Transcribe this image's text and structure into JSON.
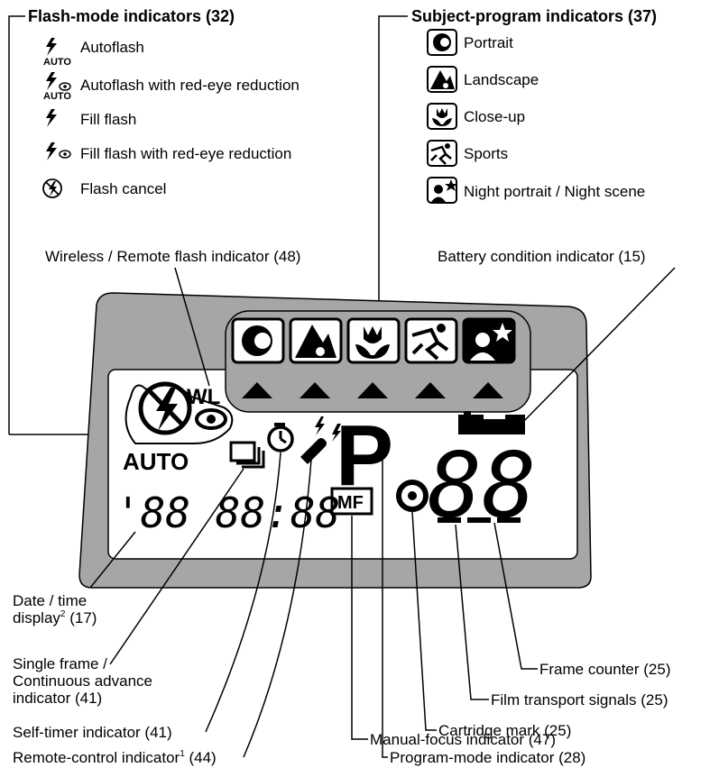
{
  "flash_modes": {
    "header": "Flash-mode indicators (32)",
    "items": [
      {
        "icon": "autoflash-icon",
        "label": "Autoflash"
      },
      {
        "icon": "autoflash-red-eye-icon",
        "label": "Autoflash with red-eye reduction"
      },
      {
        "icon": "fill-flash-icon",
        "label": "Fill flash"
      },
      {
        "icon": "fill-flash-red-eye-icon",
        "label": "Fill flash with red-eye reduction"
      },
      {
        "icon": "flash-cancel-icon",
        "label": "Flash cancel"
      }
    ]
  },
  "subject_programs": {
    "header": "Subject-program indicators (37)",
    "items": [
      {
        "icon": "portrait-icon",
        "label": "Portrait"
      },
      {
        "icon": "landscape-icon",
        "label": "Landscape"
      },
      {
        "icon": "close-up-icon",
        "label": "Close-up"
      },
      {
        "icon": "sports-icon",
        "label": "Sports"
      },
      {
        "icon": "night-portrait-icon",
        "label": "Night portrait / Night scene"
      }
    ]
  },
  "lcd": {
    "wl": "WL",
    "auto": "AUTO",
    "date_digits": "'88 88:88",
    "program_letter": "P",
    "mf": "MF",
    "frame_digits": "88"
  },
  "callouts": {
    "wireless": "Wireless / Remote flash indicator (48)",
    "battery": "Battery condition indicator (15)",
    "date_line1": "Date / time",
    "date_line2": "display",
    "date_sup": "2",
    "date_line2_rest": " (17)",
    "advance_line1": "Single frame /",
    "advance_line2": "Continuous advance",
    "advance_line3": "indicator (41)",
    "self_timer": "Self-timer indicator (41)",
    "remote_pre": "Remote-control indicator",
    "remote_sup": "1",
    "remote_post": " (44)",
    "frame_counter": "Frame counter (25)",
    "film_transport": "Film transport signals (25)",
    "cartridge": "Cartridge mark (25)",
    "program_mode": "Program-mode indicator (28)",
    "manual_focus": "Manual-focus indicator (47)"
  }
}
